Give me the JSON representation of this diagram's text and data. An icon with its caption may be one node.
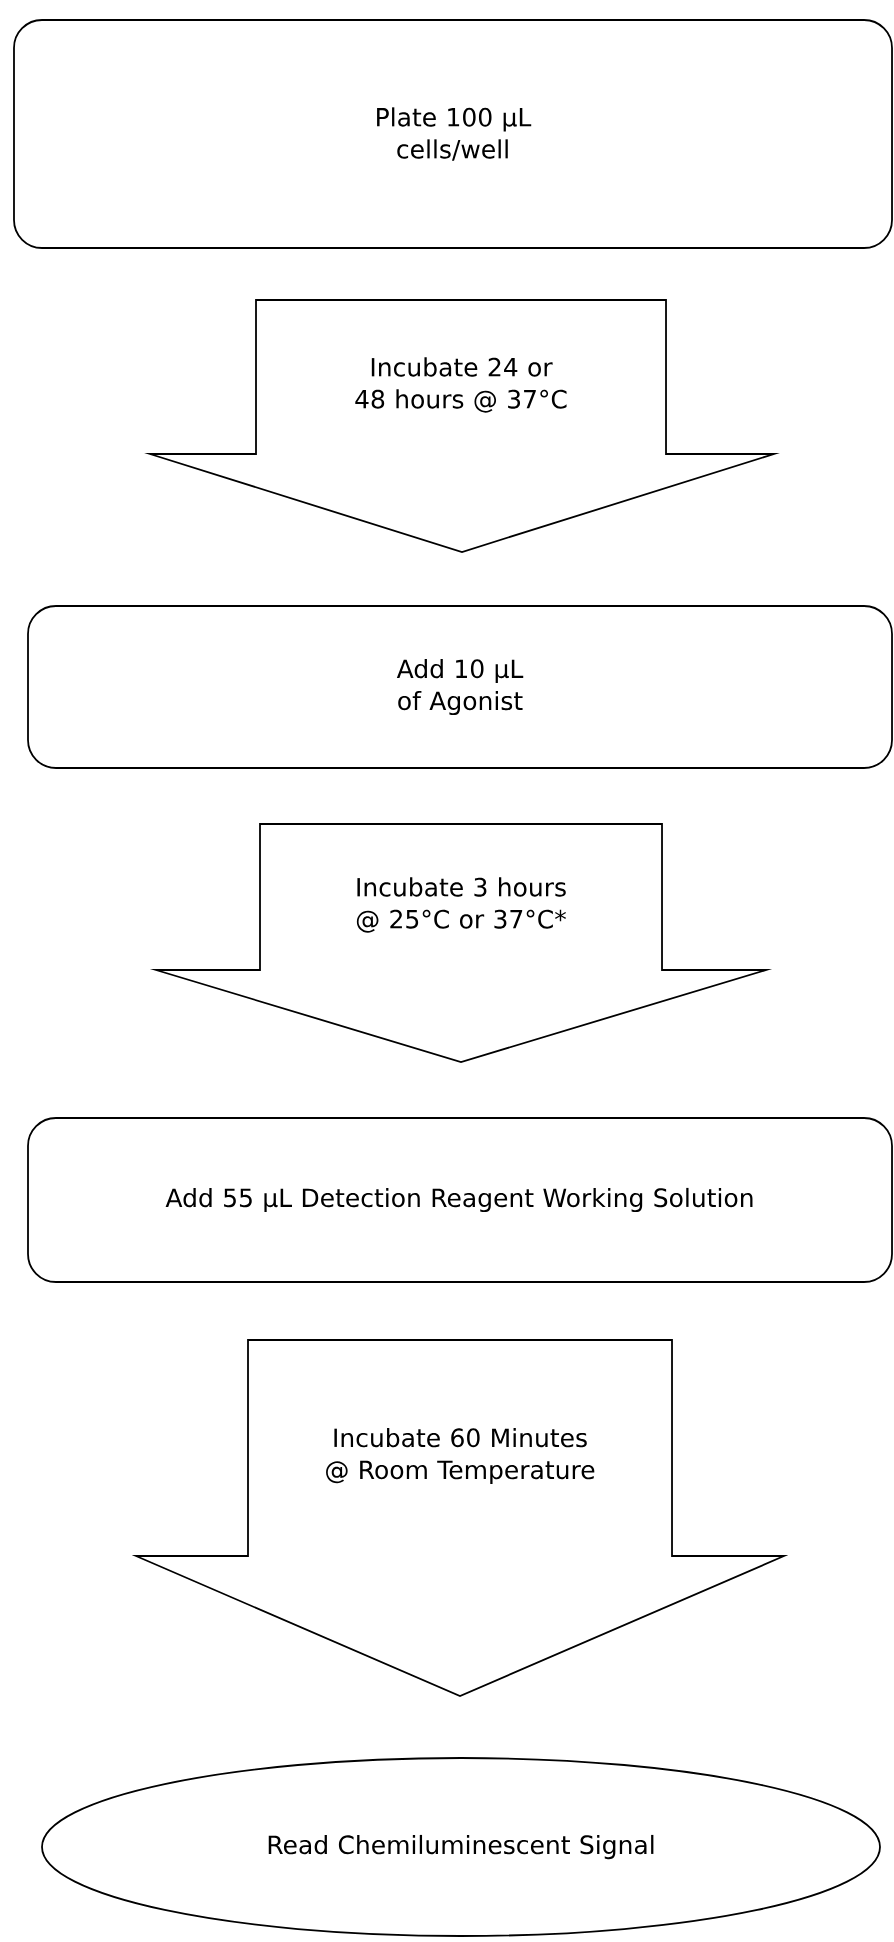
{
  "diagram": {
    "nodes": [
      {
        "text": [
          "Plate 100 μL cells/well"
        ]
      },
      {
        "text": [
          "Add 10 μL of Agonist"
        ]
      },
      {
        "text": [
          "Add 55 μL Detection Reagent Working Solution"
        ]
      },
      {
        "text": [
          "Read Chemiluminescent Signal"
        ]
      }
    ],
    "edges": [
      {
        "from": 0,
        "to": 1,
        "arrow": "to",
        "label": "Incubate 24 or 48 hours @ 37°C"
      },
      {
        "from": 1,
        "to": 2,
        "arrow": "to",
        "label": "Incubate 3 hours @ 25°C or 37°C*"
      },
      {
        "from": 2,
        "to": 3,
        "arrow": "to",
        "label": "Incubate 60 Minutes @ Room Temperature"
      }
    ]
  }
}
